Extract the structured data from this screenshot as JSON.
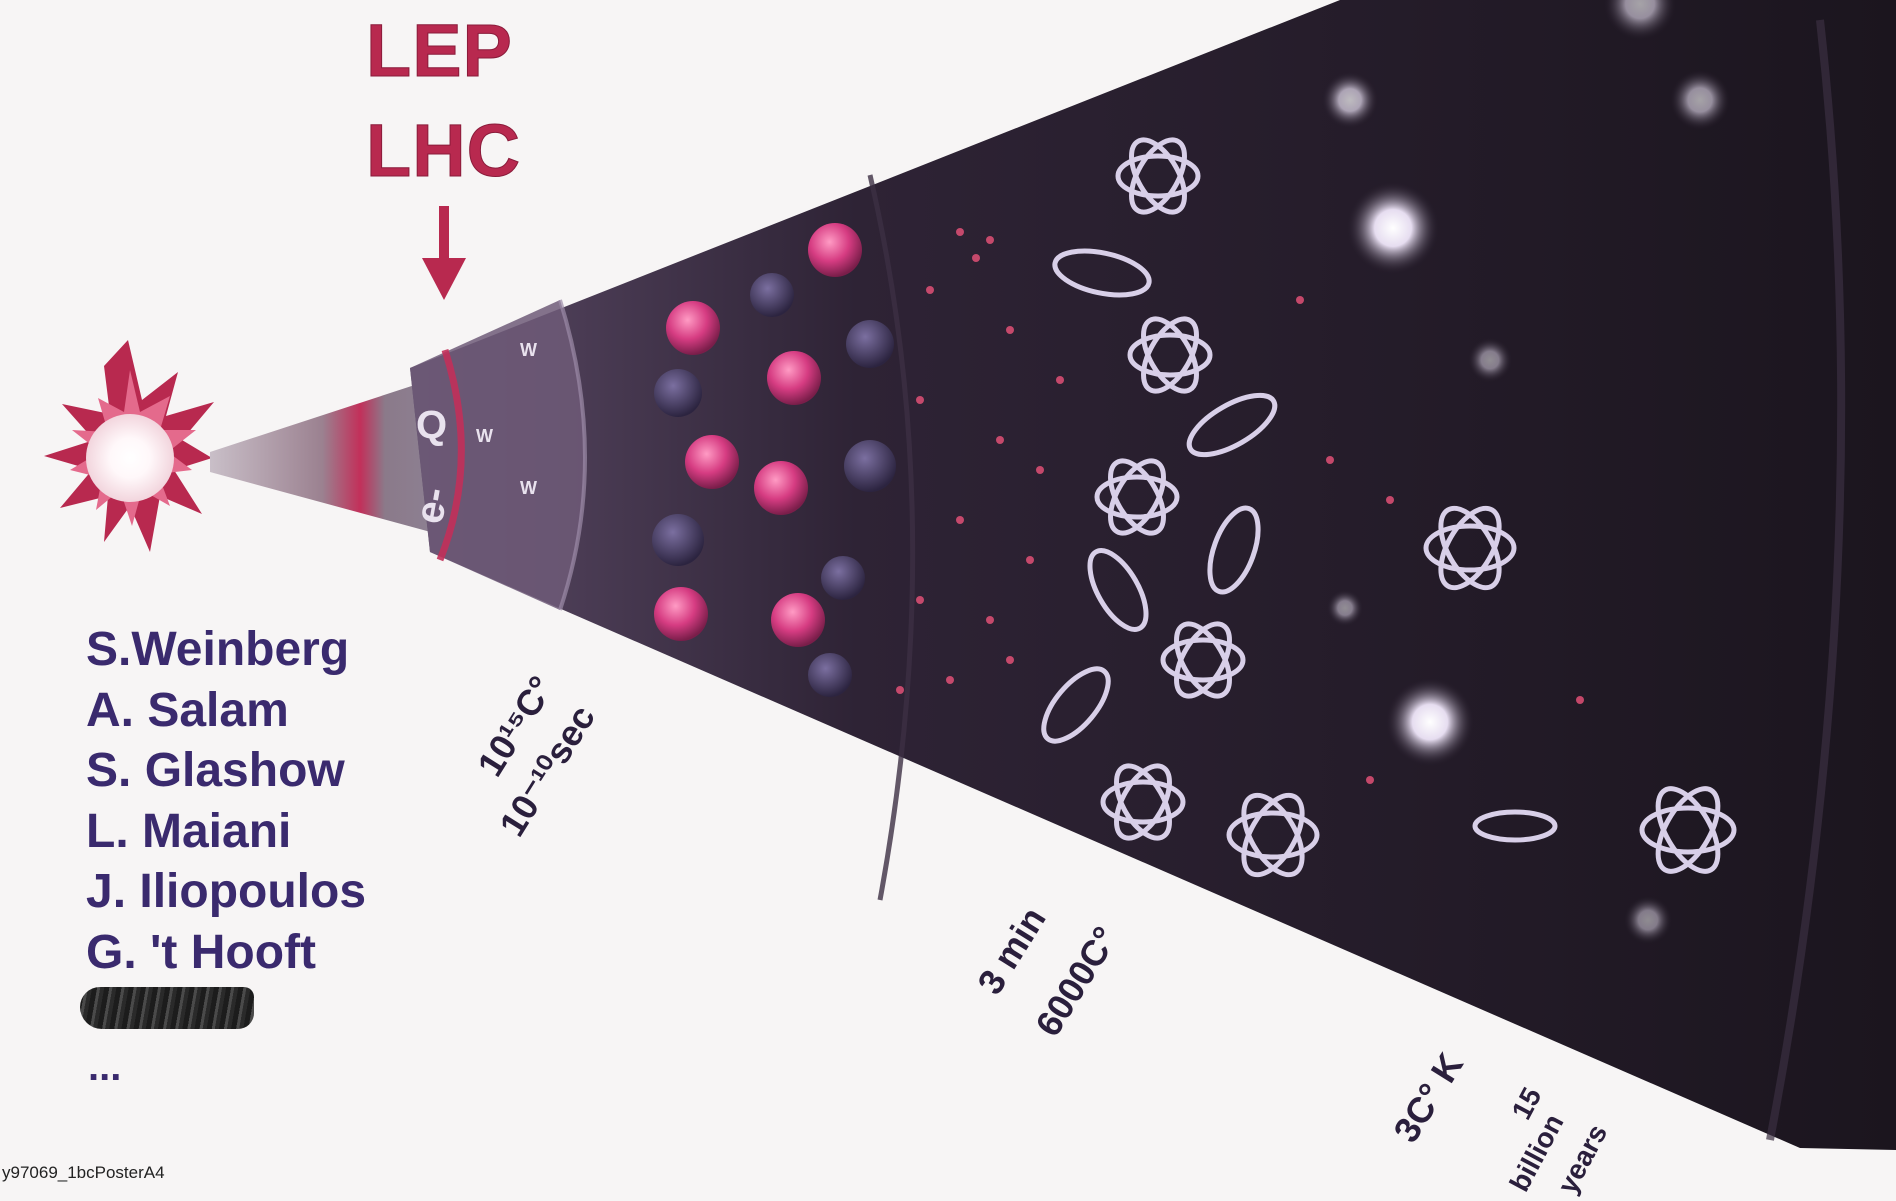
{
  "accelerators": {
    "line1": "LEP",
    "line2": "LHC"
  },
  "physicists": [
    "S.Weinberg",
    "A. Salam",
    "S. Glashow",
    "L. Maiani",
    "J. Iliopoulos",
    "G. 't Hooft"
  ],
  "ellipsis": "...",
  "early_particles": {
    "quarks": "Q",
    "electron": "e-",
    "w_boson": "W"
  },
  "epoch_labels": {
    "electroweak": {
      "temperature": "10¹⁵C°",
      "time": "10⁻¹⁰sec"
    },
    "nucleosynthesis": {
      "time": "3 min",
      "temperature": "6000C°"
    },
    "today": {
      "temperature": "3C° K",
      "age_line1": "15",
      "age_line2": "billion",
      "age_line3": "years"
    }
  },
  "footnote": "y97069_1bcPosterA4",
  "colors": {
    "accent": "#b8294f",
    "names": "#3a2a6e",
    "cone": "#221a28",
    "background": "#f7f5f5"
  }
}
